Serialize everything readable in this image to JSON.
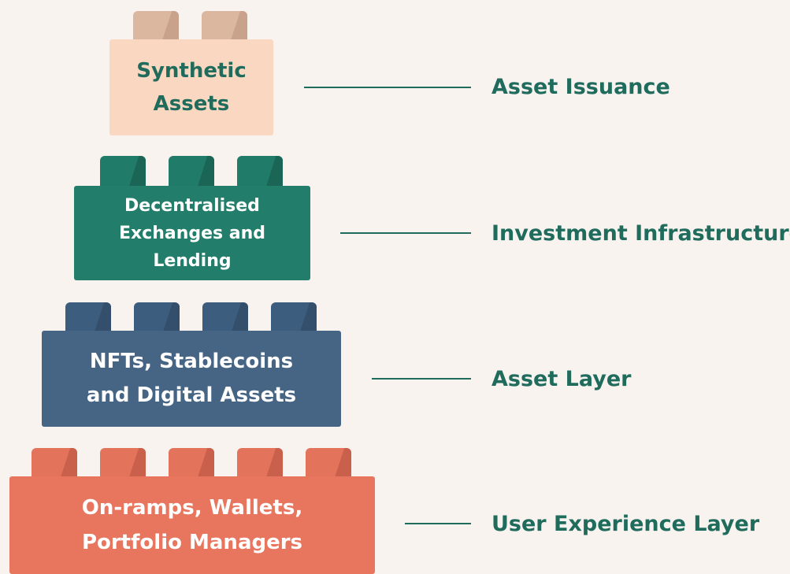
{
  "layers": [
    {
      "block_lines": [
        "Synthetic",
        "Assets"
      ],
      "label": "Asset Issuance",
      "color": "#fad7c0"
    },
    {
      "block_lines": [
        "Decentralised",
        "Exchanges and",
        "Lending"
      ],
      "label": "Investment Infrastructure",
      "color": "#237d6b"
    },
    {
      "block_lines": [
        "NFTs, Stablecoins",
        "and Digital Assets"
      ],
      "label": "Asset Layer",
      "color": "#466484"
    },
    {
      "block_lines": [
        "On-ramps, Wallets,",
        "Portfolio Managers"
      ],
      "label": "User Experience Layer",
      "color": "#e8755e"
    }
  ],
  "accent_color": "#1f6b5c",
  "background_color": "#f9f3f0"
}
